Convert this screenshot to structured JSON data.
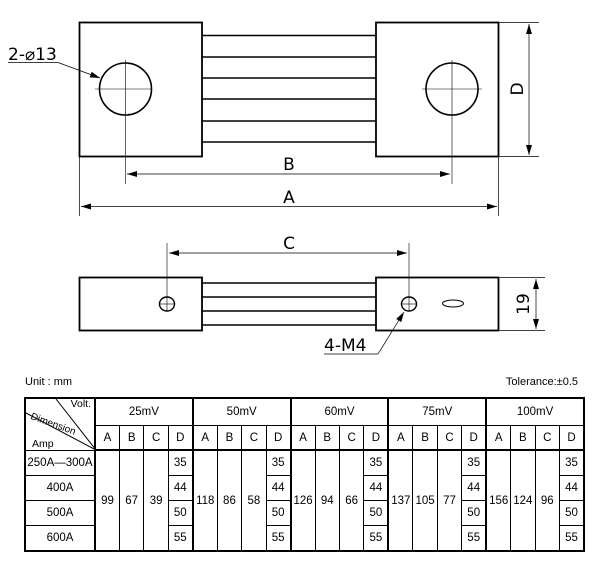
{
  "drawing": {
    "top_view": {
      "hole_spec": "2-⌀13",
      "dim_a": "A",
      "dim_b": "B",
      "dim_d": "D"
    },
    "side_view": {
      "dim_c": "C",
      "thread_spec": "4-M4",
      "thickness": "19"
    }
  },
  "table": {
    "unit": "Unit : mm",
    "tolerance": "Tolerance:±0.5",
    "corner": {
      "volt": "Volt.",
      "dimension": "Dimension",
      "amp": "Amp"
    },
    "columns": [
      "A",
      "B",
      "C",
      "D"
    ],
    "amps": [
      "250A—300A",
      "400A",
      "500A",
      "600A"
    ],
    "groups": [
      {
        "voltage": "25mV",
        "A": "99",
        "B": "67",
        "C": "39",
        "D": [
          "35",
          "44",
          "50",
          "55"
        ]
      },
      {
        "voltage": "50mV",
        "A": "118",
        "B": "86",
        "C": "58",
        "D": [
          "35",
          "44",
          "50",
          "55"
        ]
      },
      {
        "voltage": "60mV",
        "A": "126",
        "B": "94",
        "C": "66",
        "D": [
          "35",
          "44",
          "50",
          "55"
        ]
      },
      {
        "voltage": "75mV",
        "A": "137",
        "B": "105",
        "C": "77",
        "D": [
          "35",
          "44",
          "50",
          "55"
        ]
      },
      {
        "voltage": "100mV",
        "A": "156",
        "B": "124",
        "C": "96",
        "D": [
          "35",
          "44",
          "50",
          "55"
        ]
      }
    ]
  }
}
